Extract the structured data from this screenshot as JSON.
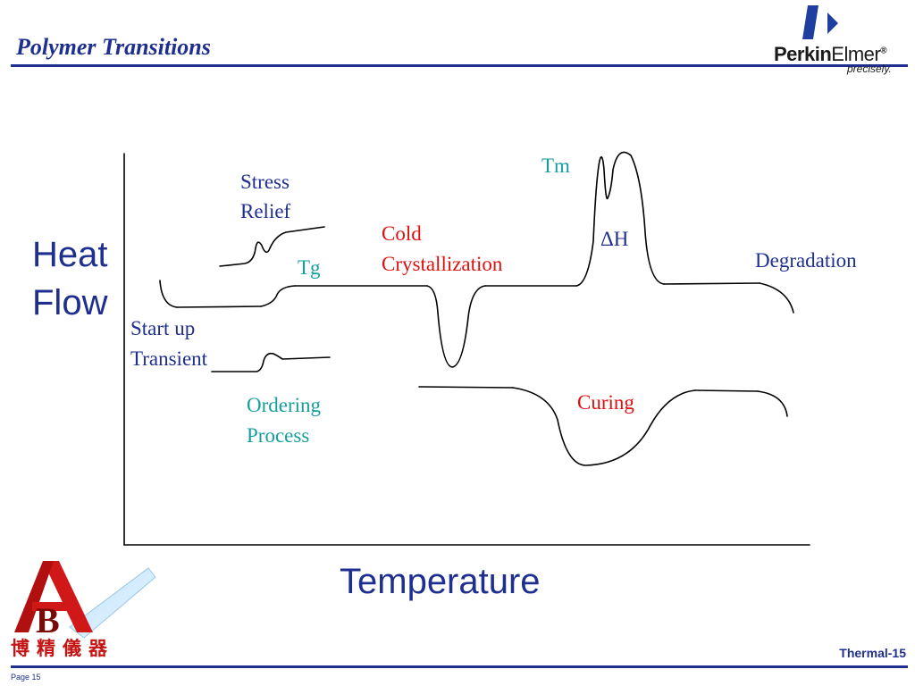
{
  "slide": {
    "title": "Polymer Transitions",
    "slide_id": "Thermal-15",
    "page": "Page 15"
  },
  "brand": {
    "name_bold": "Perkin",
    "name_light": "Elmer",
    "registered": "®",
    "tagline": "precisely.",
    "distributor_chars": "博精儀器",
    "icon": "perkinelmer-logo"
  },
  "diagram": {
    "y_axis_label_1": "Heat",
    "y_axis_label_2": "Flow",
    "x_axis_label": "Temperature",
    "labels": {
      "stress_relief_1": "Stress",
      "stress_relief_2": "Relief",
      "tg": "Tg",
      "cold_cryst_1": "Cold",
      "cold_cryst_2": "Crystallization",
      "tm": "Tm",
      "delta_h": "ΔH",
      "degradation": "Degradation",
      "startup_1": "Start up",
      "startup_2": "Transient",
      "ordering_1": "Ordering",
      "ordering_2": "Process",
      "curing": "Curing"
    }
  },
  "colors": {
    "title_blue": "#1f2f8f",
    "label_teal": "#169e9e",
    "label_red": "#e01010",
    "curve": "#000000"
  }
}
